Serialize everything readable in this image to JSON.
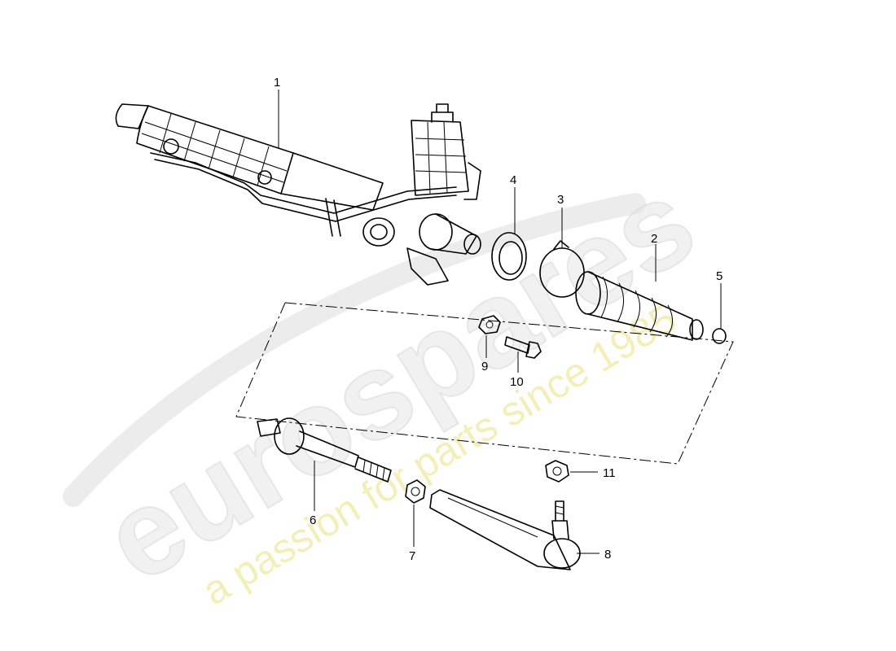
{
  "watermark": {
    "logo": "eurospares",
    "tagline": "a passion for parts since 1985",
    "logo_color": "#e6e6e6",
    "tagline_color": "#f0eaa0"
  },
  "callouts": [
    "1",
    "2",
    "3",
    "4",
    "5",
    "6",
    "7",
    "8",
    "9",
    "10",
    "11"
  ]
}
